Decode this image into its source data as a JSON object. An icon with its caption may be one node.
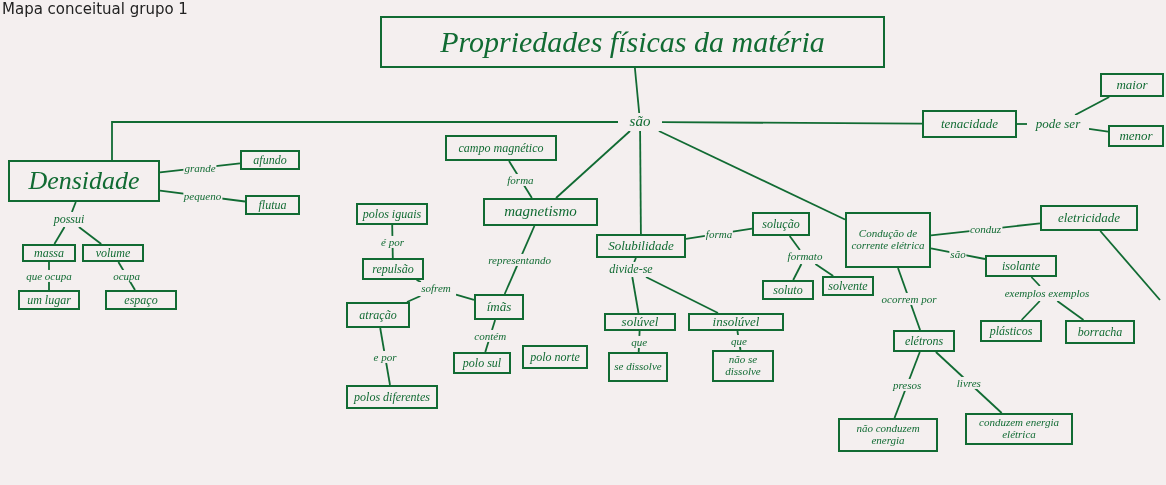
{
  "diagram": {
    "title": "Mapa conceitual grupo 1",
    "nodes": [
      {
        "text": [
          "Propriedades físicas da matéria"
        ]
      },
      {
        "text": [
          "são"
        ]
      },
      {
        "text": [
          "Densidade"
        ]
      },
      {
        "text": [
          "afundo"
        ]
      },
      {
        "text": [
          "flutua"
        ]
      },
      {
        "text": [
          "possui"
        ]
      },
      {
        "text": [
          "massa"
        ]
      },
      {
        "text": [
          "volume"
        ]
      },
      {
        "text": [
          "um lugar"
        ]
      },
      {
        "text": [
          "espaço"
        ]
      },
      {
        "text": [
          "campo magnético"
        ]
      },
      {
        "text": [
          "magnetismo"
        ]
      },
      {
        "text": [
          "polos iguais"
        ]
      },
      {
        "text": [
          "repulsão"
        ]
      },
      {
        "text": [
          "atração"
        ]
      },
      {
        "text": [
          "polos diferentes"
        ]
      },
      {
        "text": [
          "sofrem"
        ]
      },
      {
        "text": [
          "ímãs"
        ]
      },
      {
        "text": [
          "polo sul"
        ]
      },
      {
        "text": [
          "polo norte"
        ]
      },
      {
        "text": [
          "Solubilidade"
        ]
      },
      {
        "text": [
          "divide-se"
        ]
      },
      {
        "text": [
          "solúvel"
        ]
      },
      {
        "text": [
          "insolúvel"
        ]
      },
      {
        "text": [
          "se dissolve"
        ]
      },
      {
        "text": [
          "não se dissolve"
        ]
      },
      {
        "text": [
          "solução"
        ]
      },
      {
        "text": [
          "formato"
        ]
      },
      {
        "text": [
          "soluto"
        ]
      },
      {
        "text": [
          "solvente"
        ]
      },
      {
        "text": [
          "Condução de corrente elétrica"
        ]
      },
      {
        "text": [
          "eletricidade"
        ]
      },
      {
        "text": [
          "isolante"
        ]
      },
      {
        "text": [
          "exemplos exemplos"
        ]
      },
      {
        "text": [
          "plásticos"
        ]
      },
      {
        "text": [
          "borracha"
        ]
      },
      {
        "text": [
          "elétrons"
        ]
      },
      {
        "text": [
          "não conduzem energia"
        ]
      },
      {
        "text": [
          "conduzem energia elétrica"
        ]
      },
      {
        "text": [
          "tenacidade"
        ]
      },
      {
        "text": [
          "pode ser"
        ]
      },
      {
        "text": [
          "maior"
        ]
      },
      {
        "text": [
          "menor"
        ]
      }
    ],
    "edges": [
      {
        "from": 0,
        "to": 1,
        "arrow": "none"
      },
      {
        "from": 1,
        "to": 2,
        "arrow": "none"
      },
      {
        "from": 1,
        "to": 11,
        "arrow": "none"
      },
      {
        "from": 1,
        "to": 20,
        "arrow": "none"
      },
      {
        "from": 1,
        "to": 30,
        "arrow": "none"
      },
      {
        "from": 1,
        "to": 39,
        "arrow": "none"
      },
      {
        "from": 2,
        "to": 3,
        "label": "grande",
        "arrow": "none"
      },
      {
        "from": 2,
        "to": 4,
        "label": "pequeno",
        "arrow": "none"
      },
      {
        "from": 2,
        "to": 5,
        "arrow": "none"
      },
      {
        "from": 5,
        "to": 6,
        "arrow": "none"
      },
      {
        "from": 5,
        "to": 7,
        "arrow": "none"
      },
      {
        "from": 6,
        "to": 8,
        "label": "que ocupa",
        "arrow": "none"
      },
      {
        "from": 7,
        "to": 9,
        "label": "ocupa",
        "arrow": "none"
      },
      {
        "from": 10,
        "to": 11,
        "label": "forma",
        "arrow": "none"
      },
      {
        "from": 11,
        "to": 17,
        "label": "representando",
        "arrow": "none"
      },
      {
        "from": 12,
        "to": 13,
        "label": "é por",
        "arrow": "none"
      },
      {
        "from": 14,
        "to": 15,
        "label": "e por",
        "arrow": "none"
      },
      {
        "from": 17,
        "to": 16,
        "arrow": "none"
      },
      {
        "from": 16,
        "to": 13,
        "arrow": "none"
      },
      {
        "from": 16,
        "to": 14,
        "arrow": "none"
      },
      {
        "from": 17,
        "to": 18,
        "label": "contém",
        "arrow": "none"
      },
      {
        "from": 20,
        "to": 26,
        "label": "forma",
        "arrow": "none"
      },
      {
        "from": 26,
        "to": 27,
        "arrow": "none"
      },
      {
        "from": 27,
        "to": 28,
        "arrow": "none"
      },
      {
        "from": 27,
        "to": 29,
        "arrow": "none"
      },
      {
        "from": 20,
        "to": 21,
        "arrow": "none"
      },
      {
        "from": 21,
        "to": 22,
        "arrow": "none"
      },
      {
        "from": 21,
        "to": 23,
        "arrow": "none"
      },
      {
        "from": 22,
        "to": 24,
        "label": "que",
        "arrow": "none"
      },
      {
        "from": 23,
        "to": 25,
        "label": "que",
        "arrow": "none"
      },
      {
        "from": 30,
        "to": 31,
        "label": "conduz",
        "arrow": "none"
      },
      {
        "from": 30,
        "to": 32,
        "label": "são",
        "arrow": "none"
      },
      {
        "from": 30,
        "to": 36,
        "label": "ocorrem por",
        "arrow": "none"
      },
      {
        "from": 32,
        "to": 33,
        "arrow": "none"
      },
      {
        "from": 33,
        "to": 34,
        "arrow": "none"
      },
      {
        "from": 33,
        "to": 35,
        "arrow": "none"
      },
      {
        "from": 36,
        "to": 37,
        "label": "presos",
        "arrow": "none"
      },
      {
        "from": 36,
        "to": 38,
        "label": "livres",
        "arrow": "none"
      },
      {
        "from": 39,
        "to": 40,
        "arrow": "none"
      },
      {
        "from": 40,
        "to": 41,
        "arrow": "none"
      },
      {
        "from": 40,
        "to": 42,
        "arrow": "none"
      },
      {
        "from": 31,
        "to": null,
        "arrow": "none"
      }
    ]
  }
}
